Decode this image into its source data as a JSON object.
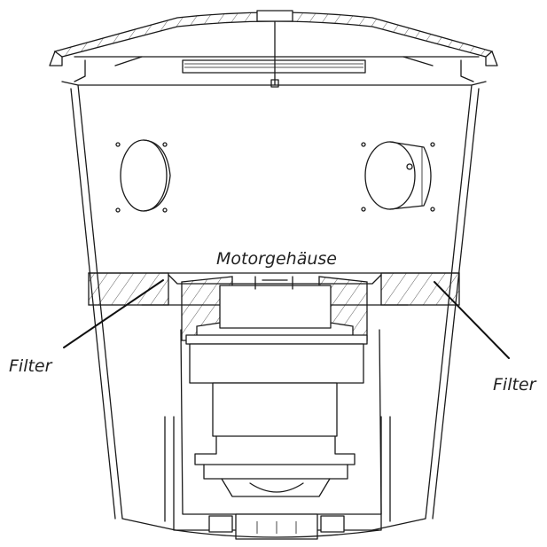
{
  "labels": {
    "motor_housing": "Motorgehäuse",
    "filter_left": "Filter",
    "filter_right": "Filter"
  },
  "colors": {
    "line": "#1a1a1a",
    "background": "#ffffff"
  }
}
